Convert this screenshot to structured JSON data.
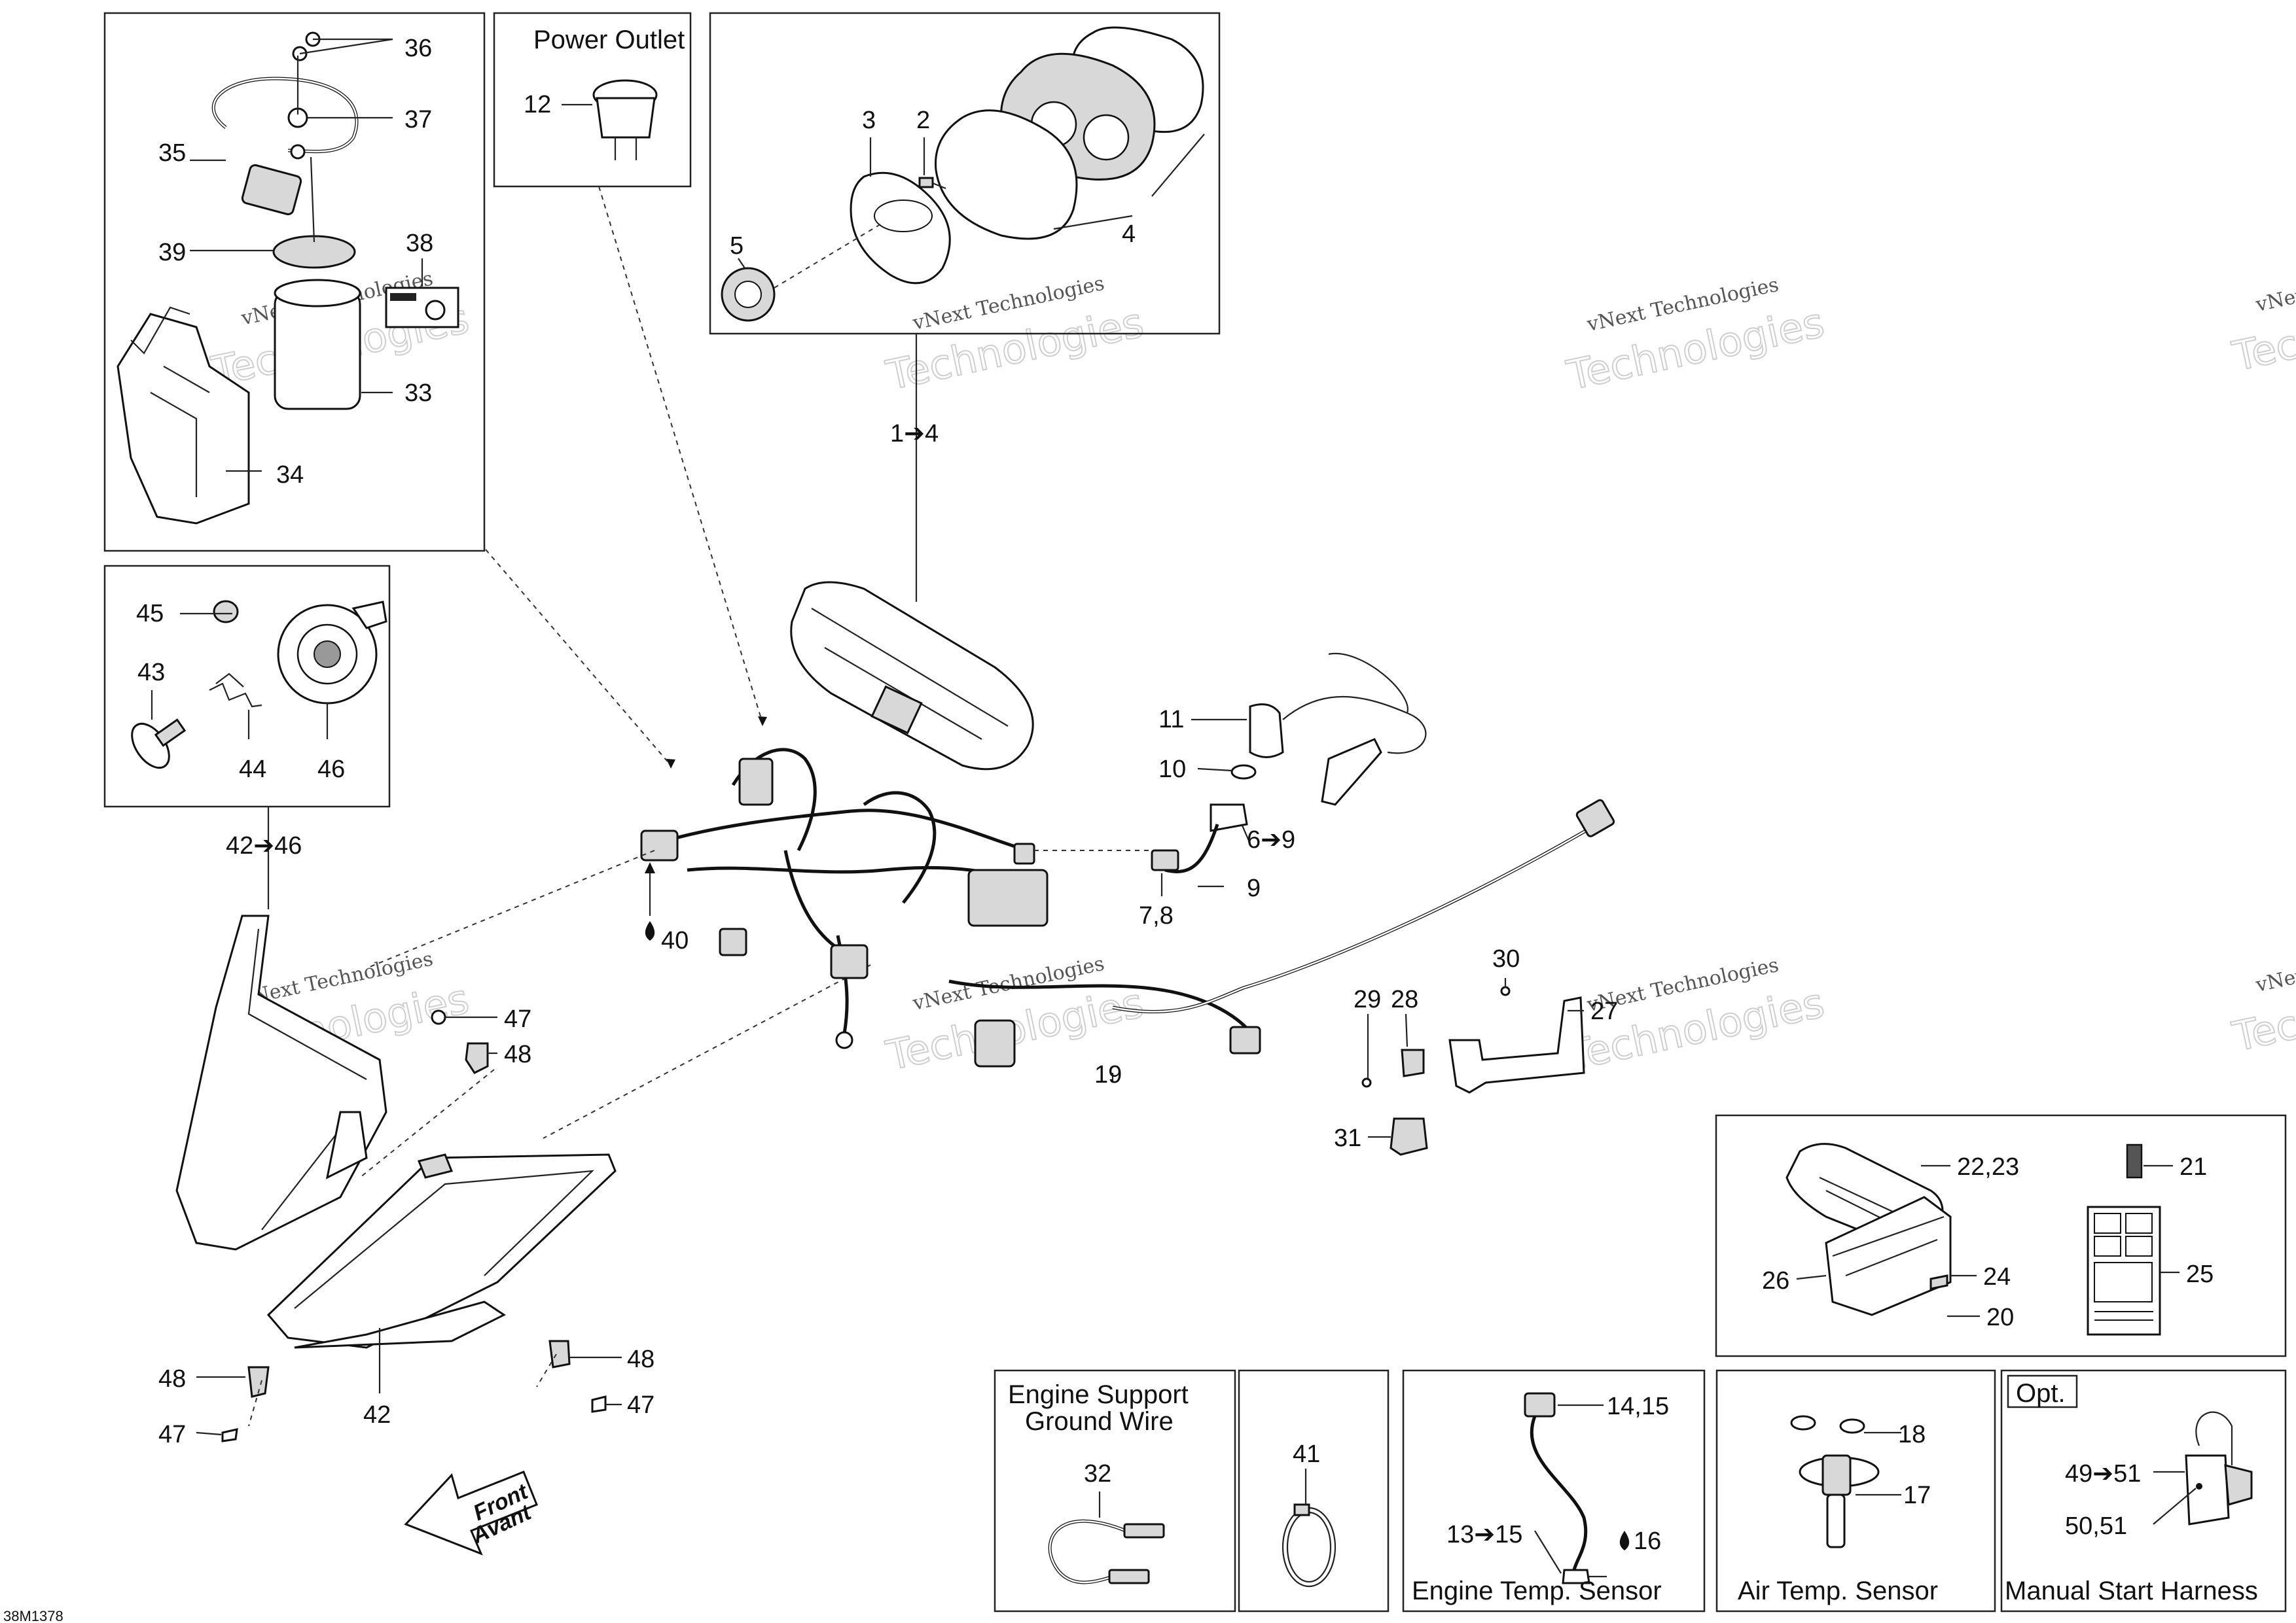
{
  "diagram_code": "38M1378",
  "watermark": {
    "line1": "vNext Technologies",
    "line2": "Technologies"
  },
  "captions": {
    "power_outlet": "Power Outlet",
    "engine_support_line1": "Engine Support",
    "engine_support_line2": "Ground Wire",
    "engine_temp": "Engine Temp. Sensor",
    "air_temp": "Air Temp. Sensor",
    "manual_start": "Manual Start Harness",
    "opt": "Opt.",
    "front_line1": "Front",
    "front_line2": "Avant"
  },
  "callouts": {
    "c36": "36",
    "c37": "37",
    "c35": "35",
    "c39": "39",
    "c38": "38",
    "c33": "33",
    "c34": "34",
    "c12": "12",
    "c3": "3",
    "c2": "2",
    "c5": "5",
    "c4": "4",
    "c1to4": "1➔4",
    "c45": "45",
    "c43": "43",
    "c44": "44",
    "c46": "46",
    "c42to46": "42➔46",
    "c11": "11",
    "c10": "10",
    "c6to9": "6➔9",
    "c9": "9",
    "c78": "7,8",
    "c40": "40",
    "c47a": "47",
    "c48a": "48",
    "c19": "19",
    "c30": "30",
    "c29": "29",
    "c28": "28",
    "c27": "27",
    "c31": "31",
    "c2223": "22,23",
    "c21": "21",
    "c26": "26",
    "c24": "24",
    "c25": "25",
    "c20": "20",
    "c48b": "48",
    "c47b": "47",
    "c48c": "48",
    "c47c": "47",
    "c42": "42",
    "c32": "32",
    "c41": "41",
    "c1415": "14,15",
    "c13to15": "13➔15",
    "c16": "16",
    "c18": "18",
    "c17": "17",
    "c49to51": "49➔51",
    "c5051": "50,51"
  }
}
